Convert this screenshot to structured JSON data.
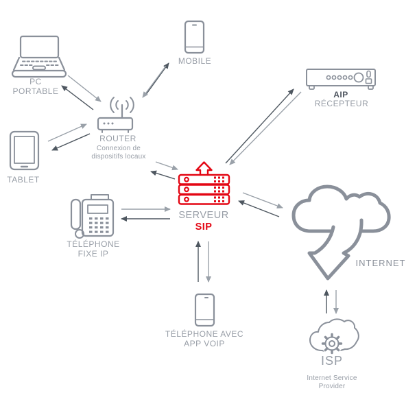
{
  "colors": {
    "accent_red": "#e30613",
    "icon_gray": "#8a909a",
    "label_gray": "#979da6",
    "dark_text": "#4d545e",
    "arrow_dark": "#4e5760",
    "arrow_light": "#9aa1a9"
  },
  "nodes": {
    "pc_portable": {
      "label": "PC\nPORTABLE",
      "icon": "laptop-icon"
    },
    "mobile": {
      "label": "MOBILE",
      "icon": "smartphone-icon"
    },
    "router": {
      "label": "ROUTER",
      "sublabel": "Connexion de\ndispositifs locaux",
      "icon": "router-icon"
    },
    "tablet": {
      "label": "TABLET",
      "icon": "tablet-icon"
    },
    "telephone_fixe": {
      "label": "TÉLÉPHONE\nFIXE IP",
      "icon": "desk-phone-icon"
    },
    "serveur_sip": {
      "label": "SERVEUR",
      "sublabel": "SIP",
      "icon": "server-icon"
    },
    "aip_recepteur": {
      "label": "AIP",
      "sublabel": "RÉCEPTEUR",
      "icon": "receiver-icon"
    },
    "internet": {
      "label": "INTERNET",
      "icon": "cloud-download-icon"
    },
    "telephone_voip": {
      "label": "TÉLÉPHONE AVEC\nAPP VOIP",
      "icon": "smartphone-icon"
    },
    "isp": {
      "label": "ISP",
      "sublabel": "Internet Service\nProvider",
      "icon": "cloud-gear-icon"
    }
  },
  "connections": [
    {
      "from": "pc_portable",
      "to": "router",
      "bidirectional": true
    },
    {
      "from": "mobile",
      "to": "router",
      "bidirectional": true
    },
    {
      "from": "tablet",
      "to": "router",
      "bidirectional": true
    },
    {
      "from": "router",
      "to": "serveur_sip",
      "bidirectional": true
    },
    {
      "from": "telephone_fixe",
      "to": "serveur_sip",
      "bidirectional": true
    },
    {
      "from": "serveur_sip",
      "to": "aip_recepteur",
      "bidirectional": true
    },
    {
      "from": "serveur_sip",
      "to": "internet",
      "bidirectional": true
    },
    {
      "from": "serveur_sip",
      "to": "telephone_voip",
      "bidirectional": true
    },
    {
      "from": "internet",
      "to": "isp",
      "bidirectional": true
    }
  ]
}
